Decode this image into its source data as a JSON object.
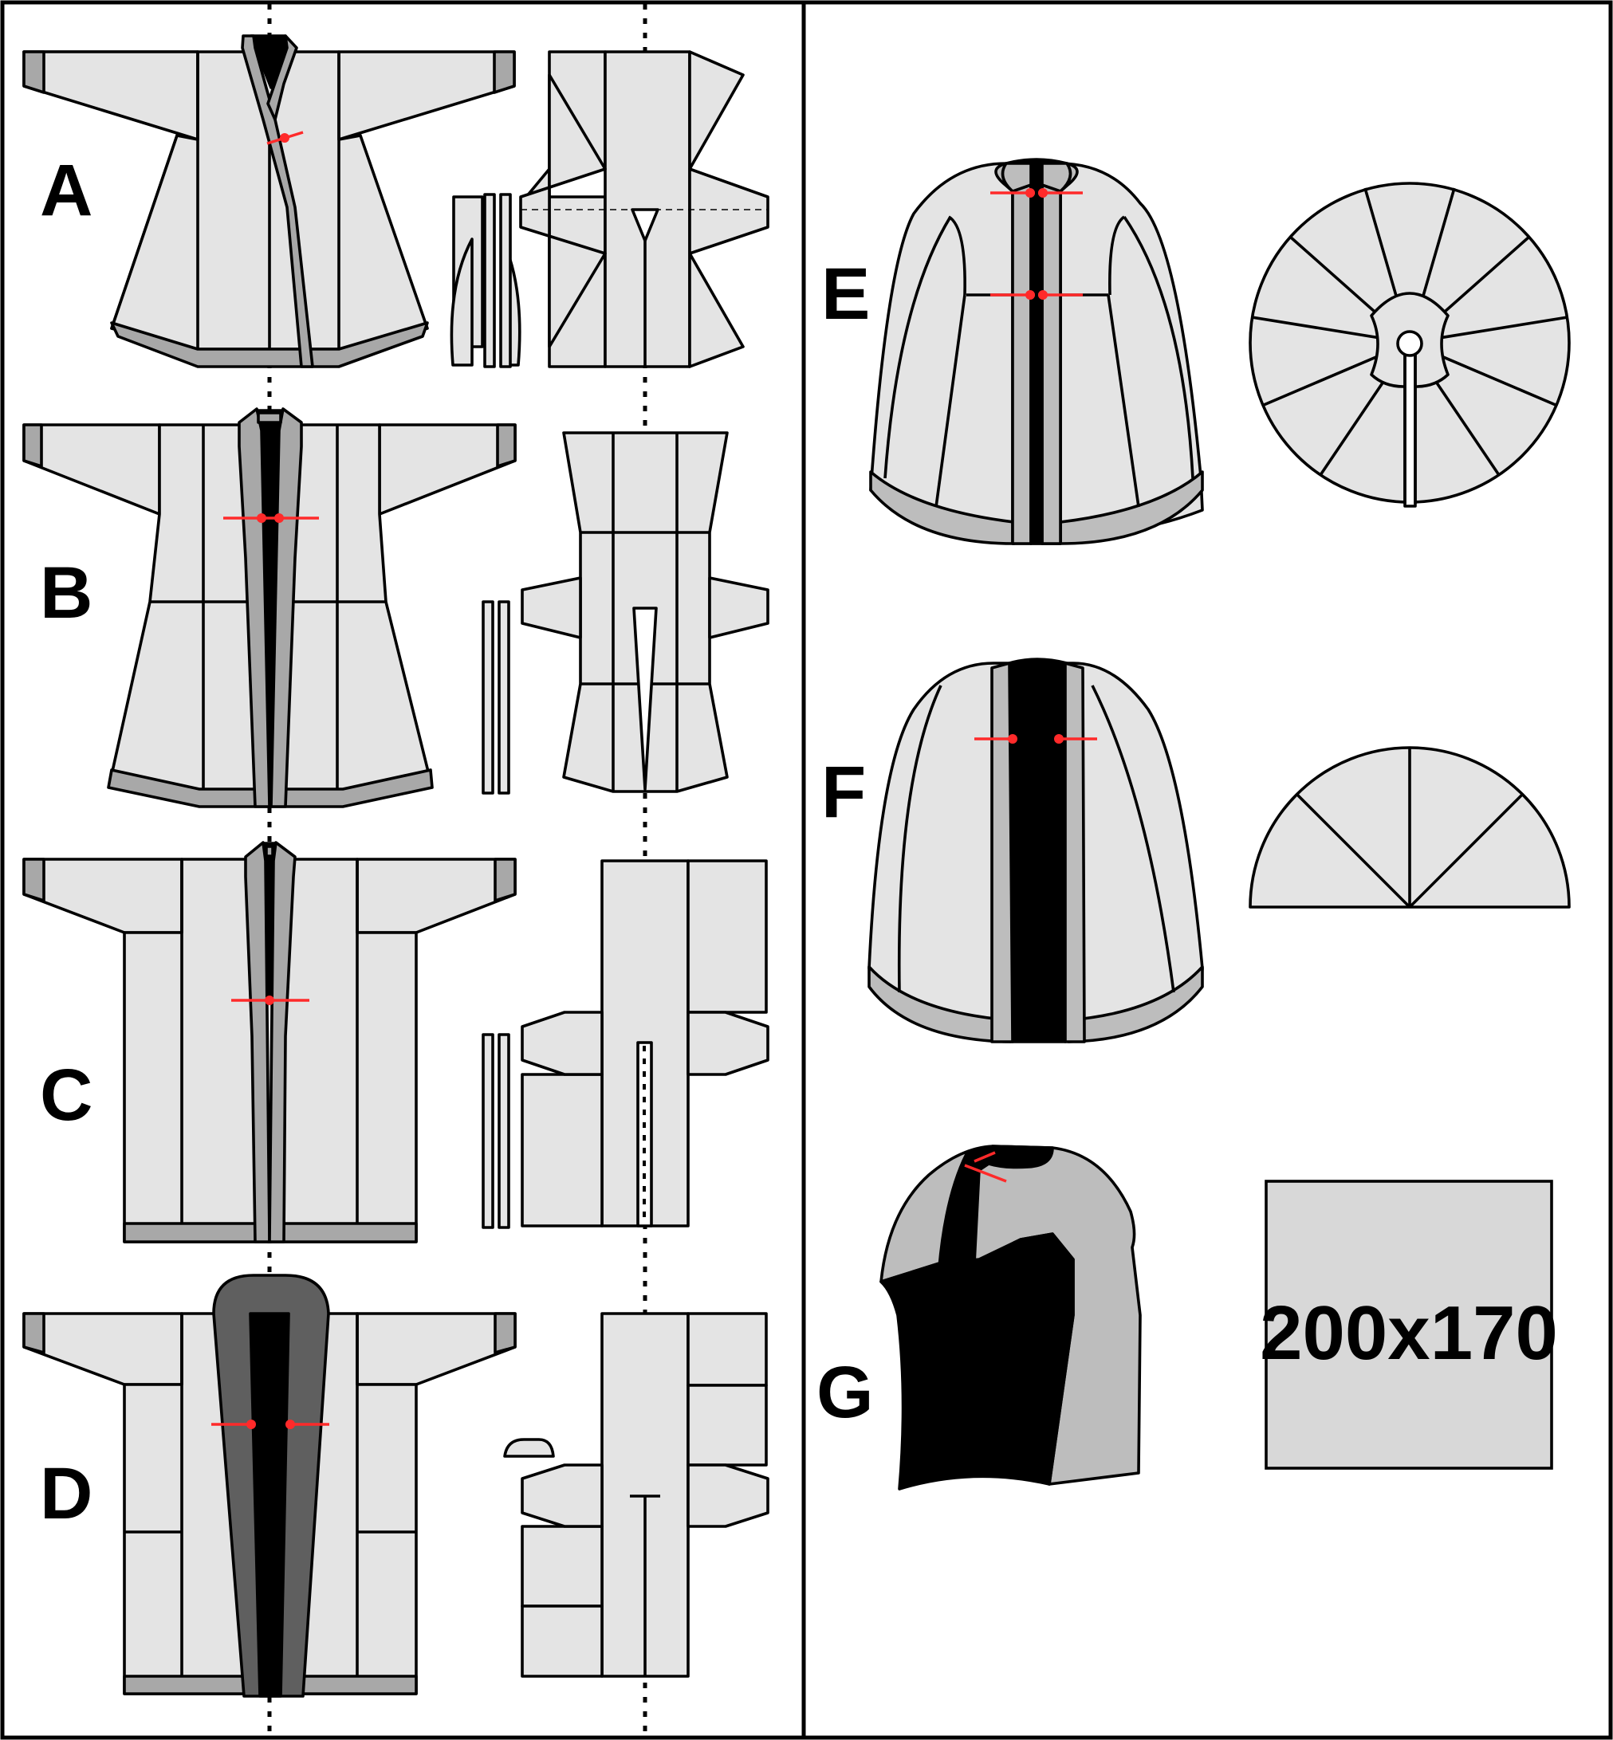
{
  "labels": {
    "a": "A",
    "b": "B",
    "c": "C",
    "d": "D",
    "e": "E",
    "f": "F",
    "g": "G"
  },
  "fabric_size": "200x170",
  "colors": {
    "fabric": "#e4e4e4",
    "trim": "#a8a8a8",
    "lining_dark": "#5f5f5f",
    "interior": "#000000",
    "ties": "#ff2a2a"
  }
}
